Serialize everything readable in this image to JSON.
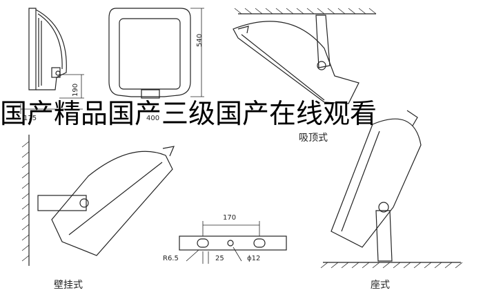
{
  "overlay_text": "国产精品国产三级国产在线观看",
  "dimensions": {
    "height_540": "540",
    "width_400": "400",
    "depth_190": "190",
    "depth_175": "175",
    "bracket_170": "170",
    "radius": "R6.5",
    "pitch_25": "25",
    "hole_dia": "ϕ12"
  },
  "views": {
    "ceiling_mount": "吸顶式",
    "wall_mount": "壁挂式",
    "floor_mount": "座式"
  },
  "colors": {
    "line": "#222222",
    "background": "#ffffff"
  }
}
